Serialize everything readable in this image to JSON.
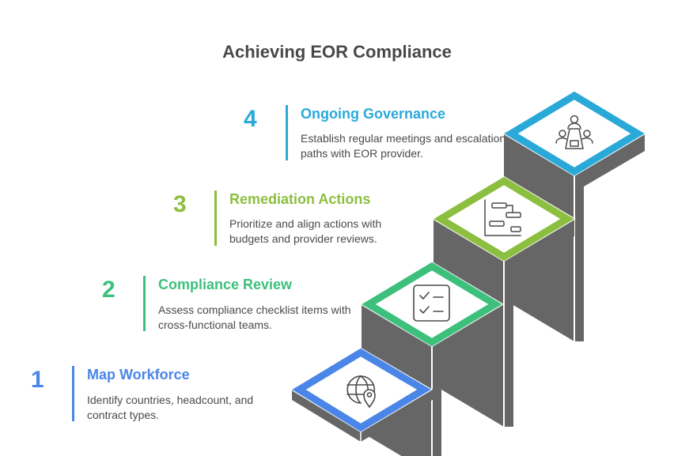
{
  "title": "Achieving EOR Compliance",
  "colors": {
    "step1": "#4A86E8",
    "step2": "#3DC07C",
    "step3": "#8CBF3F",
    "step4": "#2AA9D9",
    "stair_wall": "#666666",
    "title": "#484848",
    "desc": "#4a4a4a"
  },
  "steps": [
    {
      "number": "1",
      "heading": "Map Workforce",
      "description": "Identify countries, headcount, and contract types.",
      "icon": "globe-location-icon"
    },
    {
      "number": "2",
      "heading": "Compliance Review",
      "description": "Assess compliance checklist items with cross-functional teams.",
      "icon": "checklist-icon"
    },
    {
      "number": "3",
      "heading": "Remediation Actions",
      "description": "Prioritize and align actions with budgets and provider reviews.",
      "icon": "gantt-chart-icon"
    },
    {
      "number": "4",
      "heading": "Ongoing Governance",
      "description": "Establish regular meetings and escalation paths with EOR provider.",
      "icon": "meeting-table-icon"
    }
  ]
}
